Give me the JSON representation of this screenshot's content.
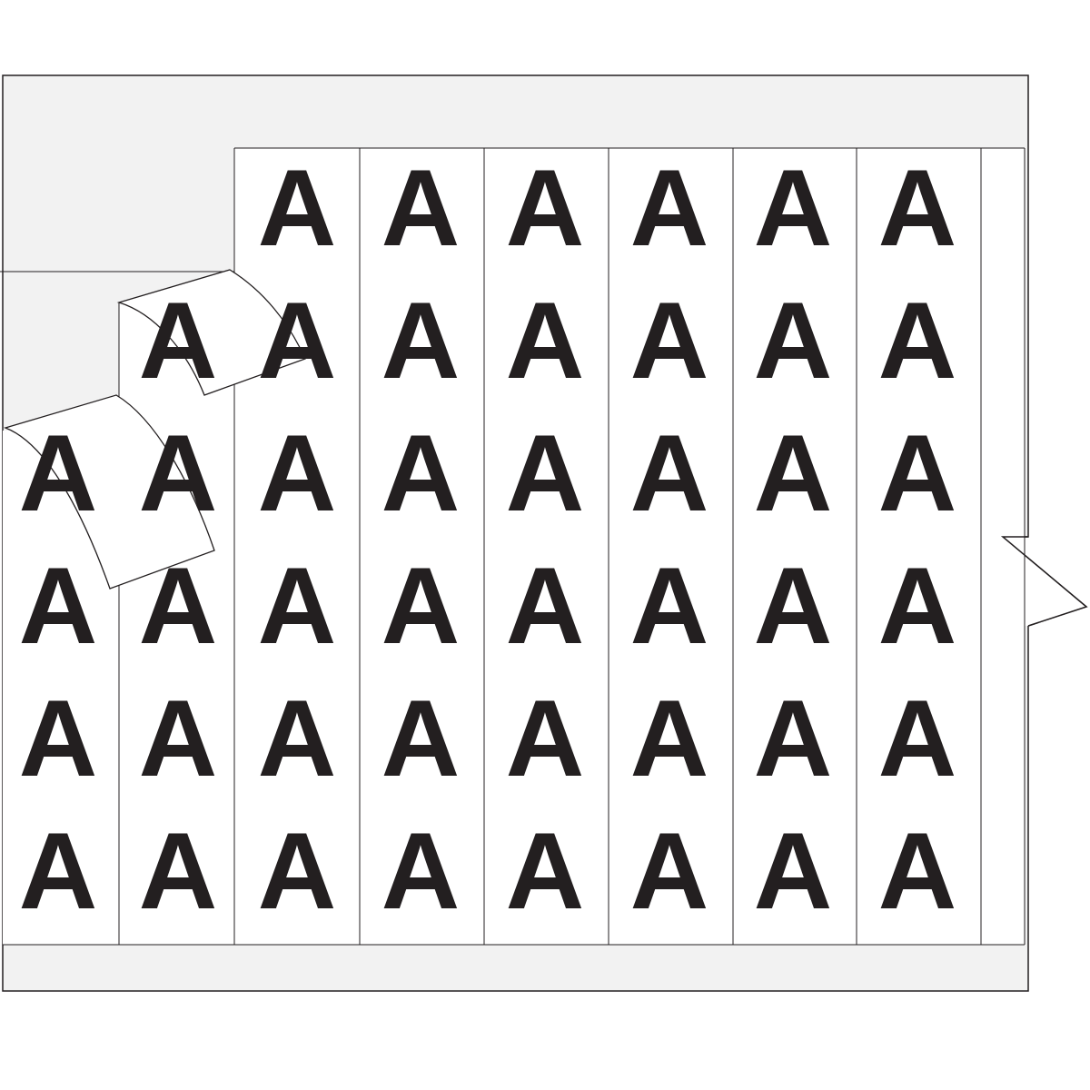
{
  "sheet": {
    "label_letter": "A",
    "columns": 8,
    "rows": 6,
    "liner_color": "#f2f2f2",
    "label_color": "#ffffff",
    "ink_color": "#231f20",
    "peeled_labels": 2
  }
}
